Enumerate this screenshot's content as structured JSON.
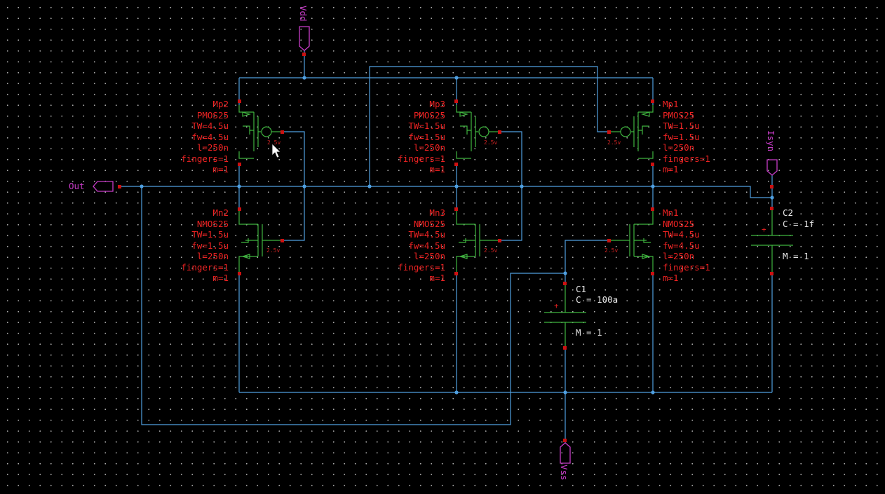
{
  "ports": {
    "vdd": "Vdd",
    "vss": "Vss",
    "out": "Out",
    "isyn": "Isyn"
  },
  "transistors": [
    {
      "id": "Mp2",
      "name": "Mp2",
      "model": "PMOS25",
      "tw": "TW=4.5u",
      "fw": "fw=4.5u",
      "l": "l=250n",
      "fingers": "fingers=1",
      "m": "m=1",
      "body": "2.5v"
    },
    {
      "id": "Mp3",
      "name": "Mp3",
      "model": "PMOS25",
      "tw": "TW=1.5u",
      "fw": "fw=1.5u",
      "l": "l=250n",
      "fingers": "fingers=1",
      "m": "m=1",
      "body": "2.5v"
    },
    {
      "id": "Mp1",
      "name": "Mp1",
      "model": "PMOS25",
      "tw": "TW=1.5u",
      "fw": "fw=1.5u",
      "l": "l=250n",
      "fingers": "fingers=1",
      "m": "m=1",
      "body": "2.5v"
    },
    {
      "id": "Mn2",
      "name": "Mn2",
      "model": "NMOS25",
      "tw": "TW=1.5u",
      "fw": "fw=1.5u",
      "l": "l=250n",
      "fingers": "fingers=1",
      "m": "m=1",
      "body": "2.5v"
    },
    {
      "id": "Mn3",
      "name": "Mn3",
      "model": "NMOS25",
      "tw": "TW=4.5u",
      "fw": "fw=4.5u",
      "l": "l=250n",
      "fingers": "fingers=1",
      "m": "m=1",
      "body": "2.5v"
    },
    {
      "id": "Mn1",
      "name": "Mn1",
      "model": "NMOS25",
      "tw": "TW=4.5u",
      "fw": "fw=4.5u",
      "l": "l=250n",
      "fingers": "fingers=1",
      "m": "m=1",
      "body": "2.5v"
    }
  ],
  "capacitors": [
    {
      "id": "C1",
      "name": "C1",
      "value": "C = 100a",
      "mult": "M = 1"
    },
    {
      "id": "C2",
      "name": "C2",
      "value": "C = 1f",
      "mult": "M = 1"
    }
  ],
  "colors": {
    "background": "#000000",
    "wire": "#4f9fe0",
    "device": "#3fb53f",
    "pin": "#cc1111",
    "parameter_text": "#ee2222",
    "port": "#c83cc8",
    "label": "#e6e6e6"
  },
  "cursor_icon": "arrow-pointer-icon"
}
